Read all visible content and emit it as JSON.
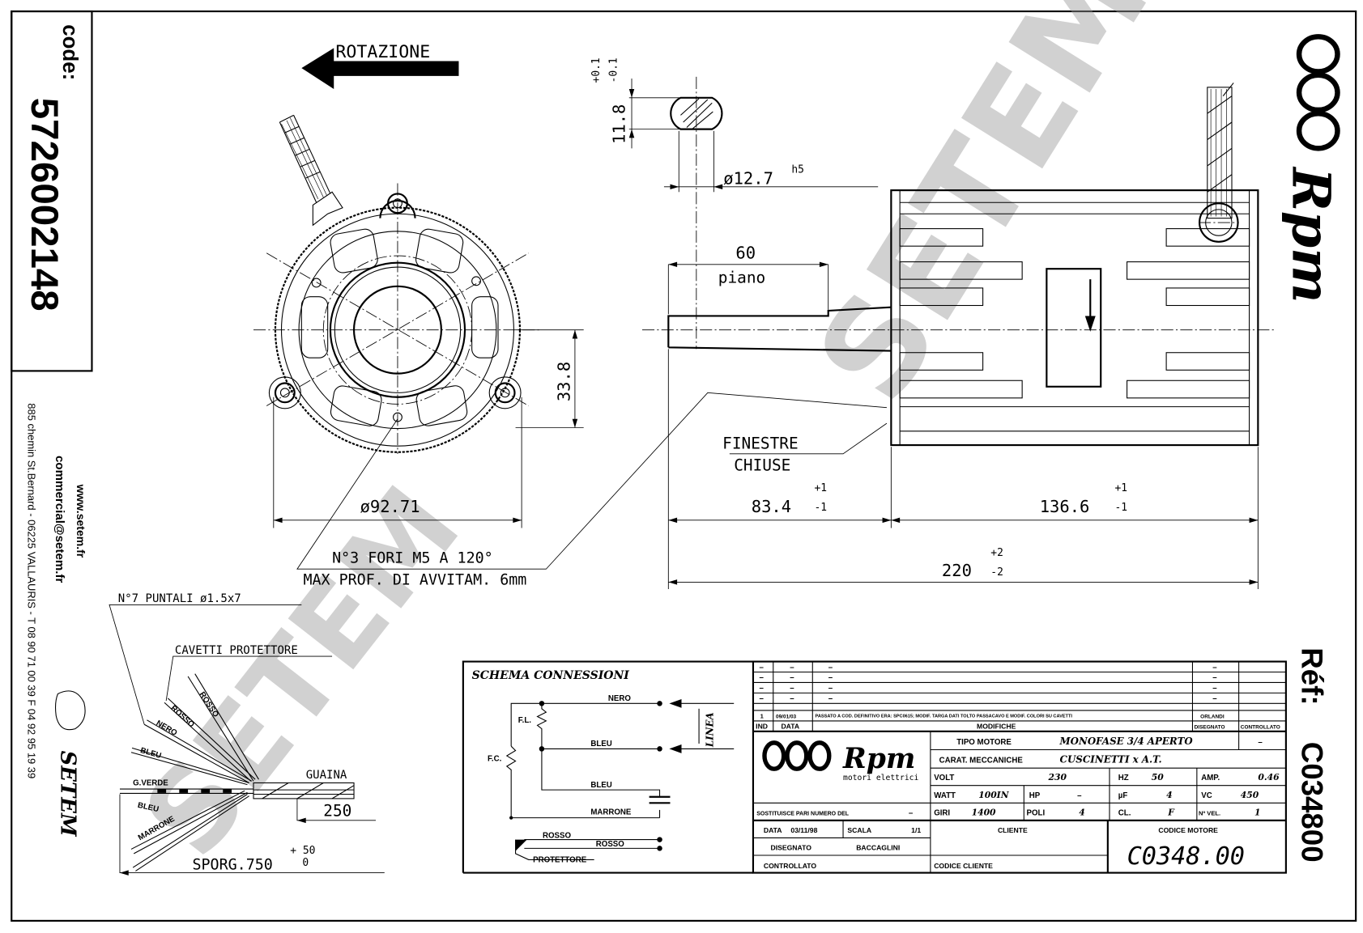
{
  "code_box": {
    "label": "code:",
    "value": "5726002148"
  },
  "company": {
    "website": "www.setem.fr",
    "email": "commercial@setem.fr",
    "address": "885 chemin St.Bernard  -  06225 VALLAURIS  -  T 08 90 71 00 39   F 04 92 95 19 39",
    "logo_text": "SETEM"
  },
  "brand_logo": {
    "text": "Rpm"
  },
  "reference": {
    "label": "Réf:",
    "value": "C034800"
  },
  "watermark": "SETEM",
  "rotation_label": "ROTAZIONE",
  "dimensions": {
    "shaft_flat_tol_plus": "+0.1",
    "shaft_flat_tol_minus": "-0.1",
    "shaft_flat": "11.8",
    "shaft_diameter": "ø12.7",
    "shaft_diameter_fit": "h5",
    "flat_length": "60",
    "flat_label": "piano",
    "body_diameter": "ø92.71",
    "hole_offset": "33.8",
    "shaft_length": "83.4",
    "shaft_length_tol_plus": "+1",
    "shaft_length_tol_minus": "-1",
    "body_length": "136.6",
    "body_length_tol_plus": "+1",
    "body_length_tol_minus": "-1",
    "total_length": "220",
    "total_length_tol_plus": "+2",
    "total_length_tol_minus": "-2"
  },
  "notes": {
    "holes_line1": "N°3 FORI M5 A 120°",
    "holes_line2": "MAX PROF. DI AVVITAM. 6mm",
    "windows_line1": "FINESTRE",
    "windows_line2": "CHIUSE"
  },
  "wiring": {
    "terminals_note": "N°7 PUNTALI ø1.5x7",
    "protector_note": "CAVETTI PROTETTORE",
    "wires": [
      "ROSSO",
      "ROSSO",
      "NERO",
      "BLEU",
      "G.VERDE",
      "BLEU",
      "MARRONE"
    ],
    "sheath_label": "GUAINA",
    "sheath_length": "250",
    "lead_length": "SPORG.750",
    "lead_tol_plus": "+ 50",
    "lead_tol_minus": "0"
  },
  "schema": {
    "title": "SCHEMA CONNESSIONI",
    "nero": "NERO",
    "bleu1": "BLEU",
    "bleu2": "BLEU",
    "marrone": "MARRONE",
    "fl": "F.L.",
    "fc": "F.C.",
    "linea": "LINEA",
    "rosso1": "ROSSO",
    "rosso2": "ROSSO",
    "protettore": "PROTETTORE"
  },
  "title_block": {
    "modifications": [
      {
        "ind": "–",
        "date": "–",
        "desc": "–",
        "drawn": "–",
        "checked": ""
      },
      {
        "ind": "–",
        "date": "–",
        "desc": "–",
        "drawn": "–",
        "checked": ""
      },
      {
        "ind": "–",
        "date": "–",
        "desc": "–",
        "drawn": "–",
        "checked": ""
      },
      {
        "ind": "–",
        "date": "–",
        "desc": "–",
        "drawn": "–",
        "checked": ""
      },
      {
        "ind": "1",
        "date": "09/01/03",
        "desc": "PASSATO A COD. DEFINITIVO ERA: SPC0615; MODIF. TARGA DATI TOLTO PASSACAVO E MODIF. COLORI SU CAVETTI",
        "drawn": "ORLANDI",
        "checked": ""
      }
    ],
    "headers": {
      "ind": "IND",
      "date": "DATA",
      "desc": "MODIFICHE",
      "drawn": "DISEGNATO",
      "checked": "CONTROLLATO"
    },
    "logo_subtitle": "motori elettrici",
    "tipo_motore_label": "TIPO MOTORE",
    "tipo_motore": "MONOFASE 3/4 APERTO",
    "tipo_extra": "–",
    "carat_label": "CARAT. MECCANICHE",
    "carat": "CUSCINETTI x A.T.",
    "volt_label": "VOLT",
    "volt": "230",
    "hz_label": "HZ",
    "hz": "50",
    "amp_label": "AMP.",
    "amp": "0.46",
    "watt_label": "WATT",
    "watt": "100IN",
    "hp_label": "HP",
    "hp": "–",
    "uf_label": "µF",
    "uf": "4",
    "vc_label": "VC",
    "vc": "450",
    "giri_label": "GIRI",
    "giri": "1400",
    "poli_label": "POLI",
    "poli": "4",
    "cl_label": "CL.",
    "cl": "F",
    "vel_label": "Nº VEL.",
    "vel": "1",
    "replaces_label": "SOSTITUISCE PARI NUMERO DEL",
    "replaces": "–",
    "date_label": "DATA",
    "date": "03/11/98",
    "scale_label": "SCALA",
    "scale": "1/1",
    "drawn_label": "DISEGNATO",
    "drawn": "BACCAGLINI",
    "checked_label": "CONTROLLATO",
    "client_label": "CLIENTE",
    "client_code_label": "CODICE CLIENTE",
    "motor_code_label": "CODICE MOTORE",
    "motor_code": "C0348.00"
  }
}
